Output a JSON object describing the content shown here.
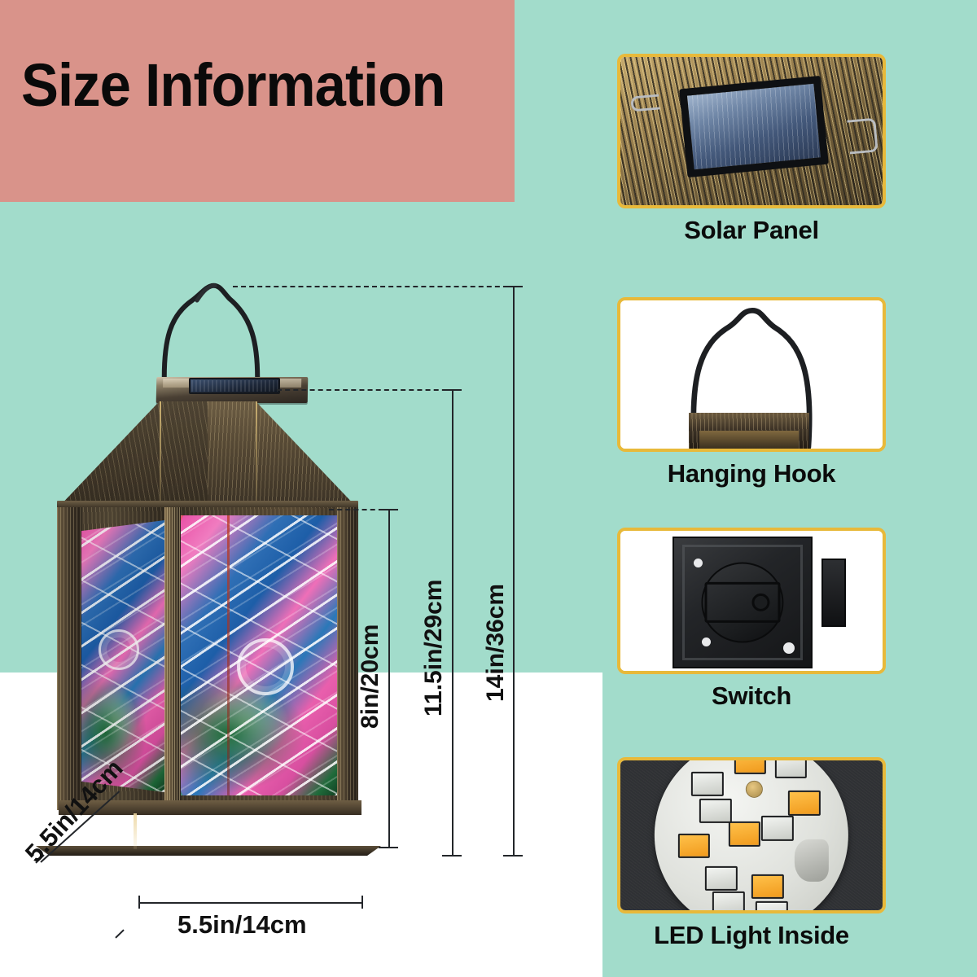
{
  "page": {
    "title": "Size Information",
    "colors": {
      "banner_bg": "#d9938a",
      "page_bg_mint": "#a2dccb",
      "page_bg_white": "#ffffff",
      "card_border": "#e8b93a",
      "text": "#0a0a0a"
    }
  },
  "dimensions": {
    "glass_height": "8in/20cm",
    "body_to_top_plate": "11.5in/29cm",
    "total_height": "14in/36cm",
    "depth": "5.5in/14cm",
    "width": "5.5in/14cm"
  },
  "features": [
    {
      "label": "Solar Panel",
      "icon": "solar-panel-photo"
    },
    {
      "label": "Hanging Hook",
      "icon": "hanging-hook-photo"
    },
    {
      "label": "Switch",
      "icon": "switch-photo"
    },
    {
      "label": "LED Light Inside",
      "icon": "led-board-photo"
    }
  ],
  "product": {
    "name": "solar-lantern",
    "parts": {
      "hook": "hanging-hook",
      "solar_panel": "solar-panel",
      "roof": "lantern-roof",
      "glass": "painted-glass-panel",
      "base": "lantern-base"
    }
  }
}
